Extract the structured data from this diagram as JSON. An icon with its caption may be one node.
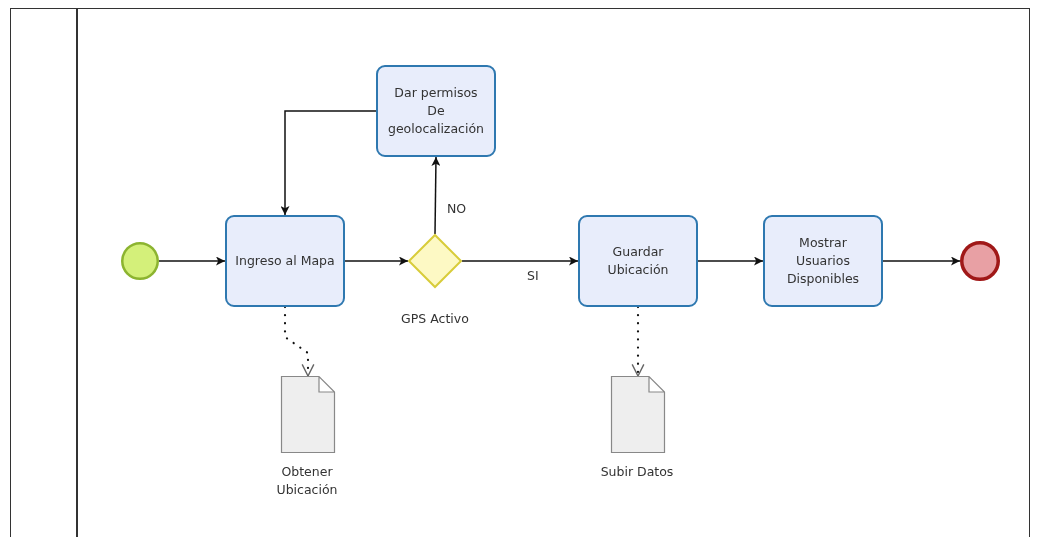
{
  "diagram": {
    "nodes": [
      {
        "text": [],
        "shape": "band"
      },
      {
        "text": [],
        "shape": "circle",
        "in": 0
      },
      {
        "text": [
          "Ingreso al Mapa"
        ],
        "in": 0
      },
      {
        "text": [
          "Dar permisos De geolocalización"
        ],
        "in": 0
      },
      {
        "text": [],
        "shape": "diamond",
        "in": 0,
        "beside": [
          "GPS Activo"
        ]
      },
      {
        "text": [
          "Guardar Ubicación"
        ],
        "in": 0
      },
      {
        "text": [
          "Mostrar Usuarios Disponibles"
        ],
        "in": 0
      },
      {
        "text": [],
        "shape": "circle",
        "in": 0
      },
      {
        "text": [],
        "shape": "document",
        "in": 0,
        "beside": [
          "Obtener Ubicación"
        ]
      },
      {
        "text": [],
        "shape": "document",
        "in": 0,
        "beside": [
          "Subir Datos"
        ]
      }
    ],
    "edges": [
      {
        "from": 1,
        "to": 2,
        "arrow": "to"
      },
      {
        "from": 2,
        "to": 4,
        "arrow": "to"
      },
      {
        "from": 4,
        "to": 3,
        "arrow": "to",
        "label": "NO"
      },
      {
        "from": 3,
        "to": 2,
        "arrow": "to"
      },
      {
        "from": 4,
        "to": 5,
        "arrow": "to",
        "label": "SI"
      },
      {
        "from": 5,
        "to": 6,
        "arrow": "to"
      },
      {
        "from": 6,
        "to": 7,
        "arrow": "to"
      },
      {
        "from": 2,
        "to": 8,
        "arrow": "to",
        "style": "dashed"
      },
      {
        "from": 5,
        "to": 9,
        "arrow": "to",
        "style": "dashed"
      }
    ]
  }
}
